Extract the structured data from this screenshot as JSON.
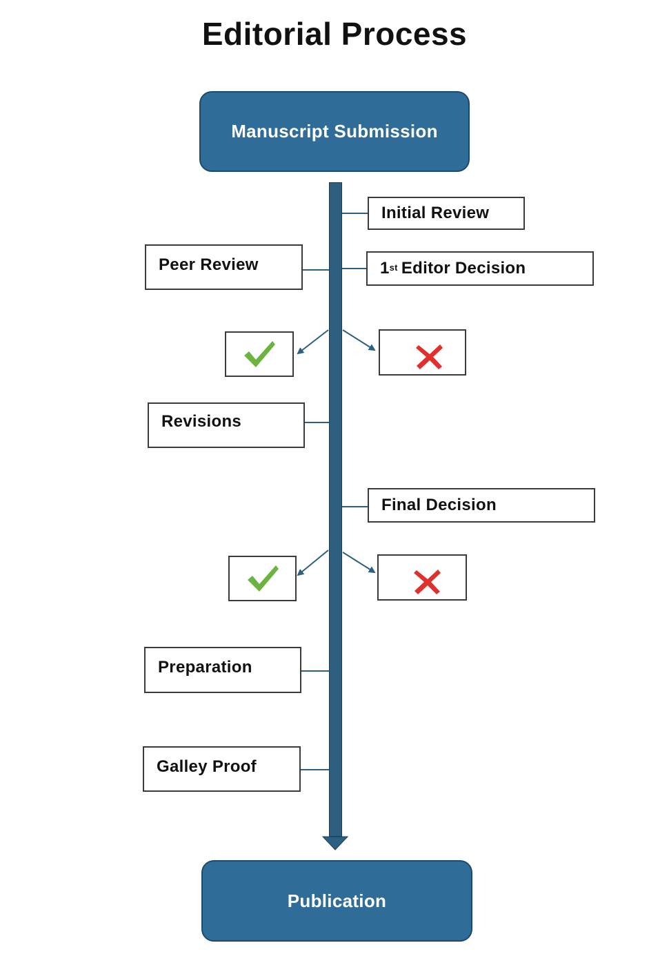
{
  "title": "Editorial Process",
  "start": {
    "label": "Manuscript Submission"
  },
  "end": {
    "label": "Publication"
  },
  "steps": {
    "initial_review": "Initial Review",
    "peer_review": "Peer Review",
    "first_editor_decision": {
      "ordinal": "1",
      "suffix": "st",
      "text": "Editor Decision"
    },
    "revisions": "Revisions",
    "final_decision": "Final Decision",
    "preparation": "Preparation",
    "galley_proof": "Galley Proof"
  },
  "icons": {
    "accept": "check-mark-icon",
    "reject": "cross-mark-icon"
  },
  "colors": {
    "primary": "#2f6c97",
    "spine": "#2d5f80",
    "accept": "#6cb33f",
    "reject": "#e0302d"
  }
}
